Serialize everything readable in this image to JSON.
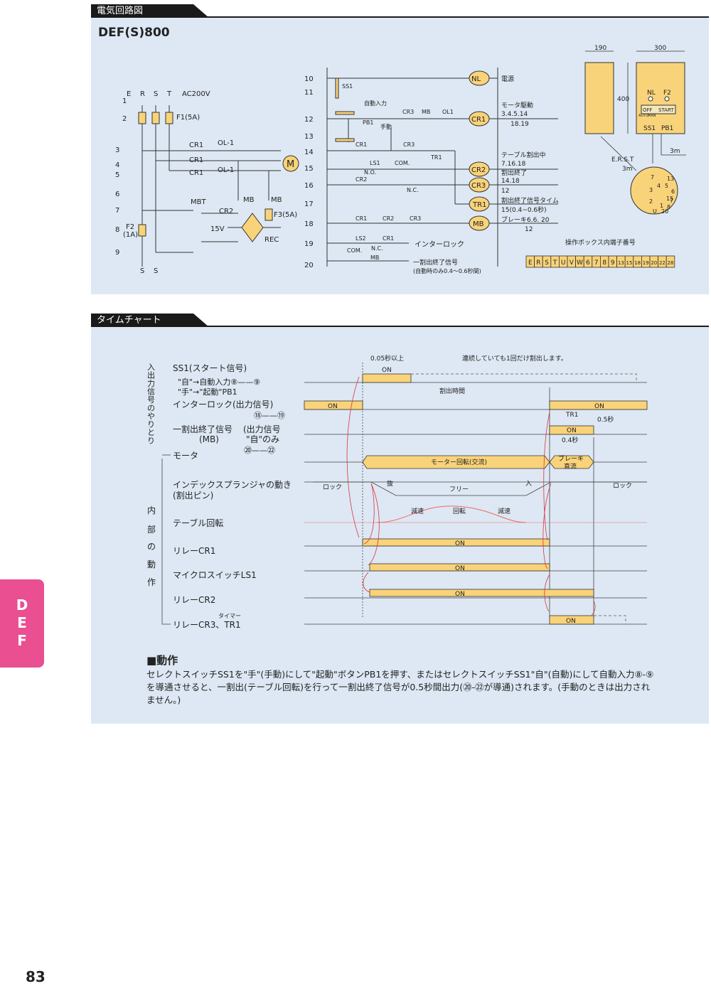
{
  "section1": {
    "tab": "電気回路図",
    "model": "DEF(S)800"
  },
  "circuit": {
    "power": {
      "terminals": [
        "E",
        "R",
        "S",
        "T"
      ],
      "voltage": "AC200V",
      "fuse_f1": "F1(5A)",
      "fuse_f2": "F2",
      "fuse_f2_rating": "(1A)"
    },
    "rows_left": [
      "1",
      "2",
      "3",
      "4",
      "5",
      "6",
      "7",
      "8",
      "9"
    ],
    "left_labels": {
      "cr1": "CR1",
      "ol1": "OL-1",
      "mb": "MB",
      "mbt": "MBT",
      "cr2": "CR2",
      "v15": "15V",
      "f3": "F3(5A)",
      "rec": "REC",
      "motor": "M",
      "bottom": [
        "S",
        "S"
      ]
    },
    "rows_right": [
      "10",
      "11",
      "12",
      "13",
      "14",
      "15",
      "16",
      "17",
      "18",
      "19",
      "20"
    ],
    "right_labels": {
      "ss1": "SS1",
      "auto_input": "自動入力",
      "pb1": "PB1",
      "manual": "手動",
      "cr3": "CR3",
      "mb": "MB",
      "ol1": "OL1",
      "cr1": "CR1",
      "ls1": "LS1",
      "no": "N.O.",
      "com": "COM.",
      "nc": "N.C.",
      "tr1": "TR1",
      "cr2": "CR2",
      "ls2": "LS2",
      "interlock": "インターロック",
      "end_signal": "一割出終了信号",
      "end_signal_note": "(自動時のみ0.4〜0.6秒間)"
    },
    "coils": [
      "NL",
      "CR1",
      "CR2",
      "CR3",
      "TR1",
      "MB"
    ],
    "coil_desc": [
      {
        "label": "電源",
        "sub": ""
      },
      {
        "label": "モータ駆動",
        "sub": "3.4.5.14",
        "sub2": "18.19"
      },
      {
        "label": "テーブル割出中",
        "sub": "7.16.18"
      },
      {
        "label": "割出終了",
        "sub": "14.18",
        "sub2": "12"
      },
      {
        "label": "割出終了信号タイム",
        "sub": "15(0.4~0.6秒)"
      },
      {
        "label": "ブレーキ6.6. 20",
        "sub": "12"
      }
    ]
  },
  "device": {
    "dim_depth": "190",
    "dim_width": "300",
    "dim_height": "400",
    "panel_labels": {
      "nl": "NL",
      "f2": "F2",
      "off": "OFF",
      "start": "START",
      "auto": "AUTO",
      "man": "MAN",
      "ss1": "SS1",
      "pb1": "PB1"
    },
    "cable1": "E.R.S.T",
    "cable1_len": "3m",
    "cable2_len": "3m",
    "connector_pins": [
      "7",
      "13",
      "3",
      "4",
      "5",
      "6",
      "15",
      "2",
      "7",
      "1",
      "8",
      "U",
      "20"
    ],
    "terminal_title": "操作ボックス内端子番号",
    "terminals": [
      "E",
      "R",
      "S",
      "T",
      "U",
      "V",
      "W",
      "6",
      "7",
      "8",
      "9",
      "13",
      "15",
      "18",
      "19",
      "20",
      "22",
      "28"
    ]
  },
  "section2": {
    "tab": "タイムチャート"
  },
  "timechart": {
    "group_io": "入出力信号のやりとり",
    "group_internal": [
      "内",
      "部",
      "の",
      "動",
      "作"
    ],
    "signals": {
      "ss1": "SS1(スタート信号)",
      "ss1_a": "\"自\"→自動入力⑧——⑨",
      "ss1_b": "\"手\"→\"起動\"PB1",
      "interlock": "インターロック(出力信号)",
      "interlock_pins": "⑱——⑲",
      "end": "一割出終了信号",
      "end_mb": "(MB)",
      "end_out": "(出力信号",
      "end_auto": "\"自\"のみ",
      "end_pins": "⑳——㉒",
      "motor": "モータ",
      "plunger": "インデックスプランジャの動き",
      "plunger_sub": "(割出ピン)",
      "table": "テーブル回転",
      "cr1": "リレーCR1",
      "ls1": "マイクロスイッチLS1",
      "cr2": "リレーCR2",
      "cr3": "リレーCR3、TR1",
      "timer": "タイマー"
    },
    "annotations": {
      "t005": "0.05秒以上",
      "on": "ON",
      "once": "連続していても1回だけ割出します。",
      "index_time": "割出時間",
      "tr1": "TR1",
      "t05": "0.5秒",
      "t04": "0.4秒",
      "motor_rot": "モーター回転(交流)",
      "brake": "ブレーキ",
      "dc": "直流",
      "lock": "ロック",
      "pull": "抜",
      "free": "フリー",
      "insert": "入",
      "decel": "減速",
      "rotation": "回転"
    }
  },
  "operation": {
    "title": "■動作",
    "text": "セレクトスイッチSS1を\"手\"(手動)にして\"起動\"ボタンPB1を押す、またはセレクトスイッチSS1\"自\"(自動)にして自動入力⑧-⑨を導通させると、一割出(テーブル回転)を行って一割出終了信号が0.5秒間出力(⑳-㉒が導通)されます。(手動のときは出力されません。)"
  },
  "side_tab": [
    "D",
    "E",
    "F"
  ],
  "page_number": "83",
  "colors": {
    "accent": "#e94f91",
    "panel": "#dde8f4",
    "bar": "#f9d37a",
    "coil": "#f9d37a",
    "arrow": "#d9343c"
  }
}
